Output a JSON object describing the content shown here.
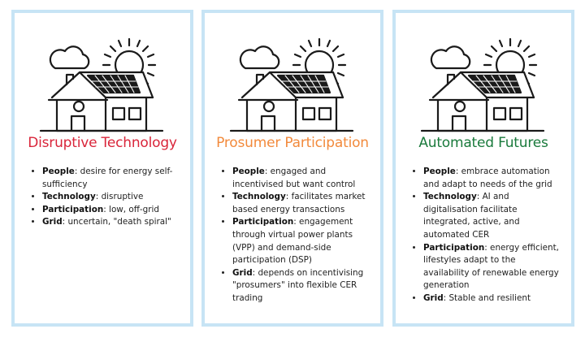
{
  "colors": {
    "panel_border": "#c7e4f5",
    "title_disruptive": "#d9253a",
    "title_prosumer": "#f28a3c",
    "title_automated": "#1a7a3c"
  },
  "icons": [
    "cloud-icon",
    "sun-icon",
    "house-icon",
    "solar-panel-icon"
  ],
  "panels": [
    {
      "title": "Disruptive Technology",
      "bullets": [
        {
          "key": "People",
          "text": ": desire for energy self-sufficiency"
        },
        {
          "key": "Technology",
          "text": ": disruptive"
        },
        {
          "key": "Participation",
          "text": ": low, off-grid"
        },
        {
          "key": "Grid",
          "text": ": uncertain, \"death spiral\""
        }
      ]
    },
    {
      "title": "Prosumer Participation",
      "bullets": [
        {
          "key": "People",
          "text": ": engaged and incentivised but want control"
        },
        {
          "key": "Technology",
          "text": ": facilitates market based energy transactions"
        },
        {
          "key": "Participation",
          "text": ": engagement through virtual power plants (VPP) and demand-side participation (DSP)"
        },
        {
          "key": "Grid",
          "text": ": depends on incentivising \"prosumers\" into flexible CER trading"
        }
      ]
    },
    {
      "title": "Automated Futures",
      "bullets": [
        {
          "key": "People",
          "text": ": embrace automation and adapt to needs of the grid"
        },
        {
          "key": "Technology",
          "text": ": AI and digitalisation facilitate integrated, active, and automated CER"
        },
        {
          "key": "Participation",
          "text": ": energy efficient, lifestyles adapt to the availability of renewable energy generation"
        },
        {
          "key": "Grid",
          "text": ": Stable and resilient"
        }
      ]
    }
  ]
}
